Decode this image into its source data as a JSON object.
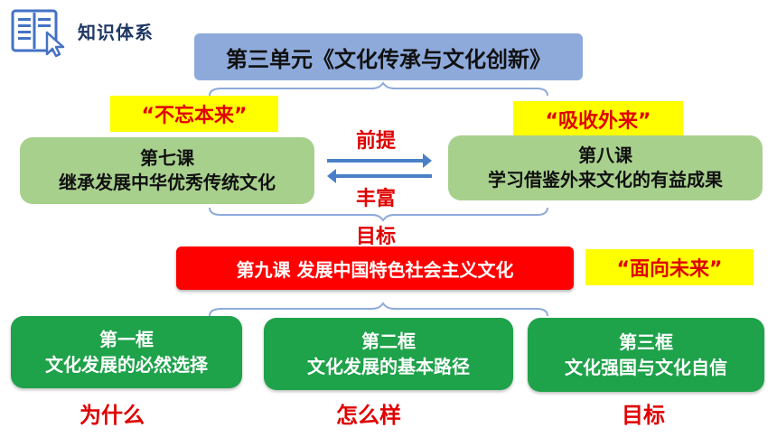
{
  "header": {
    "title": "知识体系",
    "icon": "book-cursor-icon"
  },
  "unit": {
    "title": "第三单元《文化传承与文化创新》"
  },
  "tags": {
    "left": "“不忘本来”",
    "right": "“吸收外来”",
    "future": "“面向未来”"
  },
  "lesson7": {
    "line1": "第七课",
    "line2": "继承发展中华优秀传统文化"
  },
  "lesson8": {
    "line1": "第八课",
    "line2": "学习借鉴外来文化的有益成果"
  },
  "arrows": {
    "top_label": "前提",
    "bottom_label": "丰富",
    "goal_label": "目标"
  },
  "lesson9": {
    "title": "第九课 发展中国特色社会主义文化"
  },
  "frames": [
    {
      "line1": "第一框",
      "line2": "文化发展的必然选择",
      "tag": "为什么"
    },
    {
      "line1": "第二框",
      "line2": "文化发展的基本路径",
      "tag": "怎么样"
    },
    {
      "line1": "第三框",
      "line2": "文化强国与文化自信",
      "tag": "目标"
    }
  ],
  "colors": {
    "blue_box": "#8eaadb",
    "soft_green": "#a8d08d",
    "dark_green": "#1ea24a",
    "red": "#ff0000",
    "yellow": "#ffff00",
    "arrow_blue": "#4a80c8"
  }
}
